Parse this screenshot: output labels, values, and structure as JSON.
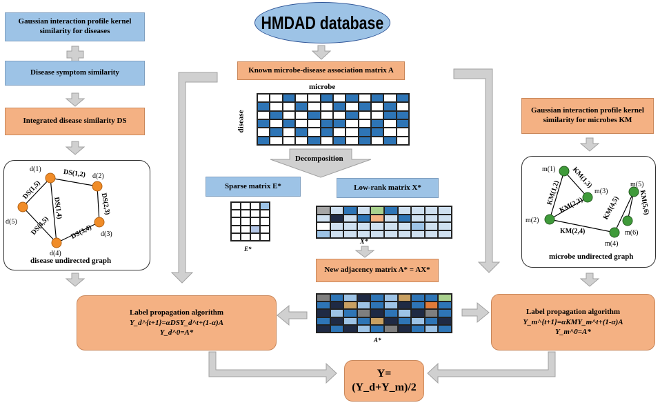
{
  "title": "HMDAD database",
  "left": {
    "gip_disease": "Gaussian interaction profile kernel similarity for diseases",
    "symptom": "Disease symptom similarity",
    "integrated": "Integrated disease  similarity DS",
    "graph_caption": "disease  undirected graph",
    "nodes": [
      "d(1)",
      "d(2)",
      "d(3)",
      "d(4)",
      "d(5)"
    ],
    "edges": [
      "DS(1,2)",
      "DS(2,3)",
      "DS(3,4)",
      "DS(4,5)",
      "DS(1,5)",
      "DS(1,4)"
    ],
    "lp_title": "Label propagation algorithm",
    "lp_eq1": "Y_d^{t+1}=αDSY_d^t+(1-α)A",
    "lp_eq2": "Y_d^0=A*"
  },
  "center": {
    "known_matrix": "Known microbe-disease association matrix A",
    "microbe_label": "microbe",
    "disease_label": "disease",
    "decomposition": "Decomposition",
    "sparse": "Sparse matrix E*",
    "lowrank": "Low-rank matrix X*",
    "e_label": "E*",
    "x_label": "X*",
    "new_adj": "New adjacency matrix  A* = AX*",
    "a_label": "A*"
  },
  "right": {
    "gip_microbe": "Gaussian interaction profile kernel similarity for microbes KM",
    "graph_caption": "microbe  undirected graph",
    "nodes": [
      "m(1)",
      "m(2)",
      "m(3)",
      "m(4)",
      "m(5)",
      "m(6)"
    ],
    "edges": [
      "KM(1,2)",
      "KM(1,3)",
      "KM(2,3)",
      "KM(2,4)",
      "KM(4,5)",
      "KM(5,6)"
    ],
    "lp_title": "Label propagation algorithm",
    "lp_eq1": "Y_m^{t+1}=αKMY_m^t+(1-α)A",
    "lp_eq2": "Y_m^0=A*"
  },
  "final": {
    "formula": "Y=(Y_d+Y_m)/2"
  },
  "colors": {
    "blue_box": "#9dc3e6",
    "orange_box": "#f4b183",
    "matrix_blue": "#2e75b6",
    "node_orange": "#f08c28",
    "node_green": "#3f9a3a",
    "arrow_gray": "#d0d0d0"
  },
  "matrices": {
    "known": [
      [
        0,
        0,
        1,
        0,
        0,
        1,
        0,
        1,
        0,
        1,
        0,
        1
      ],
      [
        1,
        0,
        0,
        1,
        0,
        0,
        1,
        0,
        1,
        0,
        1,
        0
      ],
      [
        0,
        1,
        0,
        0,
        1,
        0,
        0,
        1,
        0,
        0,
        1,
        1
      ],
      [
        1,
        0,
        1,
        0,
        0,
        1,
        1,
        0,
        0,
        1,
        0,
        1
      ],
      [
        0,
        1,
        0,
        1,
        0,
        1,
        0,
        0,
        1,
        1,
        0,
        0
      ],
      [
        1,
        0,
        0,
        0,
        1,
        0,
        1,
        0,
        1,
        0,
        1,
        0
      ]
    ],
    "sparse": [
      [
        0,
        0,
        0,
        1
      ],
      [
        0,
        0,
        0,
        0
      ],
      [
        0,
        0,
        0,
        0
      ],
      [
        0,
        0,
        2,
        0
      ],
      [
        0,
        0,
        0,
        0
      ]
    ],
    "lowrank": [
      [
        "#a6a6a6",
        "#cfe0f0",
        "#2e75b6",
        "#cfe0f0",
        "#a9d18e",
        "#2e75b6",
        "#cfe0f0",
        "#cfe0f0",
        "#cfe0f0",
        "#cfe0f0"
      ],
      [
        "#cfe0f0",
        "#1f2a44",
        "#cfe0f0",
        "#2e75b6",
        "#f4b183",
        "#cfe0f0",
        "#2e75b6",
        "#cfe0f0",
        "#cfe0f0",
        "#cfe0f0"
      ],
      [
        "#ffffff",
        "#cfe0f0",
        "#cfe0f0",
        "#cfe0f0",
        "#cfe0f0",
        "#cfe0f0",
        "#cfe0f0",
        "#9dc3e6",
        "#cfe0f0",
        "#cfe0f0"
      ],
      [
        "#9dc3e6",
        "#cfe0f0",
        "#cfe0f0",
        "#cfe0f0",
        "#cfe0f0",
        "#cfe0f0",
        "#cfe0f0",
        "#cfe0f0",
        "#cfe0f0",
        "#cfe0f0"
      ]
    ],
    "newadj": [
      [
        "#7f7f7f",
        "#2e75b6",
        "#9dc3e6",
        "#1f2a44",
        "#2e75b6",
        "#9dc3e6",
        "#c8a062",
        "#2e75b6",
        "#2e75b6",
        "#a9d18e"
      ],
      [
        "#2e75b6",
        "#1f2a44",
        "#c8a062",
        "#9dc3e6",
        "#2e75b6",
        "#9dc3e6",
        "#1f2a44",
        "#2e75b6",
        "#e07b39",
        "#2e75b6"
      ],
      [
        "#1f2a44",
        "#9dc3e6",
        "#2e75b6",
        "#7f7f7f",
        "#1f2a44",
        "#2e75b6",
        "#9dc3e6",
        "#1f2a44",
        "#7f7f7f",
        "#2e75b6"
      ],
      [
        "#2e75b6",
        "#1f2a44",
        "#9dc3e6",
        "#2e75b6",
        "#c8a062",
        "#1f2a44",
        "#2e75b6",
        "#9dc3e6",
        "#2e75b6",
        "#1f2a44"
      ],
      [
        "#1f2a44",
        "#2e75b6",
        "#1f2a44",
        "#9dc3e6",
        "#2e75b6",
        "#7f7f7f",
        "#1f2a44",
        "#2e75b6",
        "#9dc3e6",
        "#2e75b6"
      ]
    ]
  }
}
